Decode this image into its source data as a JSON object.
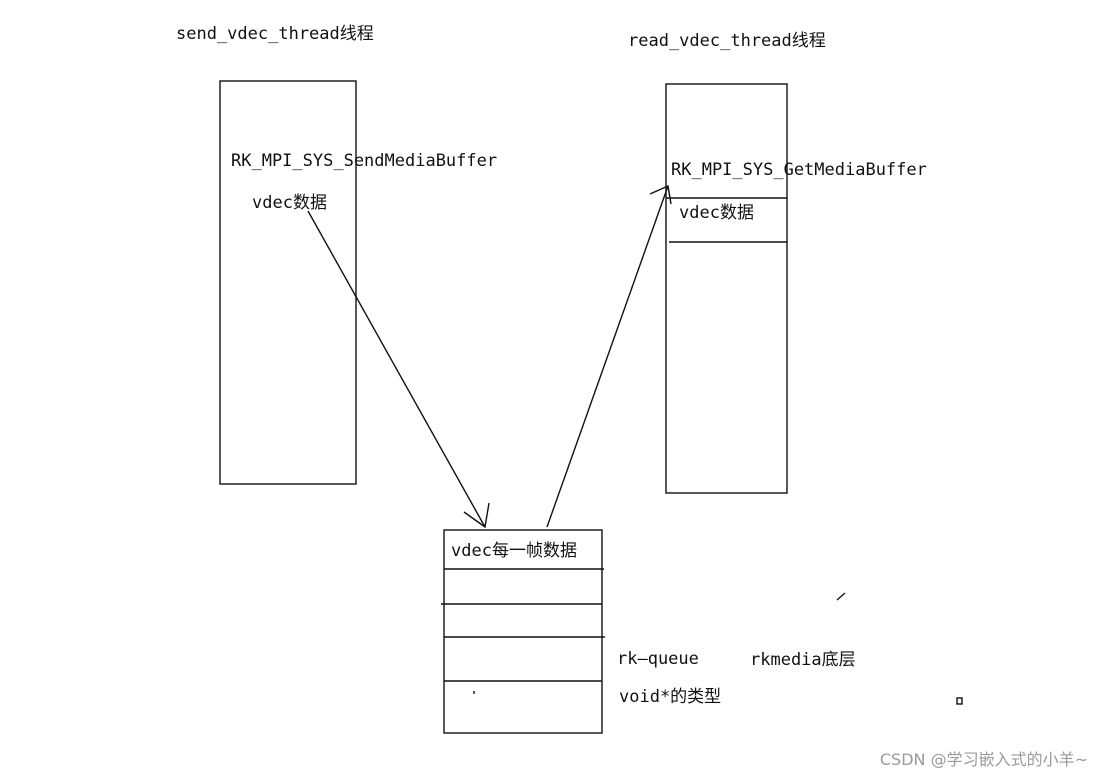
{
  "threads": {
    "send": {
      "title": "send_vdec_thread线程",
      "function": "RK_MPI_SYS_SendMediaBuffer",
      "data_label": "vdec数据"
    },
    "read": {
      "title": "read_vdec_thread线程",
      "function": "RK_MPI_SYS_GetMediaBuffer",
      "data_label": "vdec数据"
    }
  },
  "queue": {
    "header": "vdec每一帧数据",
    "name": "rk—queue",
    "layer": "rkmedia底层",
    "type": "void*的类型"
  },
  "watermark": "CSDN @学习嵌入式的小羊~",
  "colors": {
    "stroke": "#111111",
    "background": "#ffffff",
    "watermark": "#9a9a9a"
  }
}
